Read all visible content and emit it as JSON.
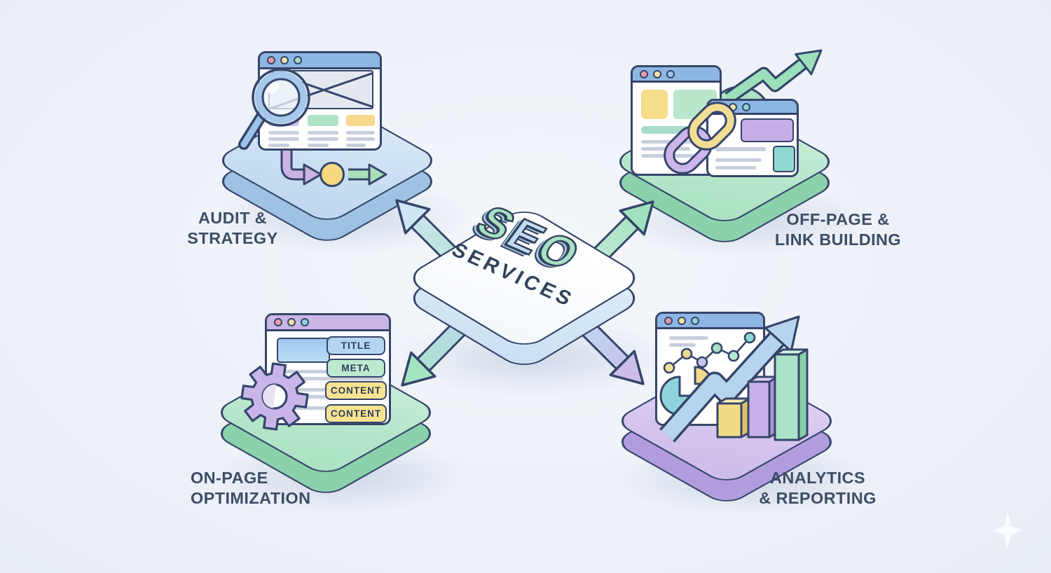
{
  "figure": {
    "title_letters": [
      "S",
      "E",
      "O"
    ],
    "subtitle": "SERVICES"
  },
  "labels": {
    "audit": [
      "AUDIT &",
      "STRATEGY"
    ],
    "offpage": [
      "OFF-PAGE &",
      "LINK BUILDING"
    ],
    "onpage": [
      "ON-PAGE",
      "OPTIMIZATION"
    ],
    "analytics": [
      "ANALYTICS",
      "& REPORTING"
    ]
  },
  "onpage_window": {
    "tags": [
      "TITLE",
      "META",
      "CONTENT",
      "CONTENT"
    ]
  },
  "icons": {
    "audit": [
      "browser-window",
      "magnifier",
      "flowchart-arrows"
    ],
    "offpage": [
      "browser-window",
      "browser-window",
      "chain-links",
      "growth-zigzag-arrow"
    ],
    "onpage": [
      "browser-window",
      "gear",
      "seo-tags"
    ],
    "analytics": [
      "browser-window",
      "line-chart",
      "pie-chart",
      "3d-bar-chart",
      "trend-arrow"
    ]
  },
  "colors": {
    "background": "#edf1f8",
    "outline": "#36456b",
    "platform_blue": "#c9dff2",
    "platform_green": "#b5e6cb",
    "platform_purple": "#d4c5ee",
    "titlebar_blue": "#8db6e2",
    "titlebar_purple": "#cab5e7",
    "accent_yellow": "#f5dd8c",
    "accent_green": "#a8e4c4",
    "accent_purple": "#cbb3e4",
    "accent_blue": "#aed3f0",
    "accent_teal": "#8ed2db",
    "label_text": "#3e4d66"
  }
}
